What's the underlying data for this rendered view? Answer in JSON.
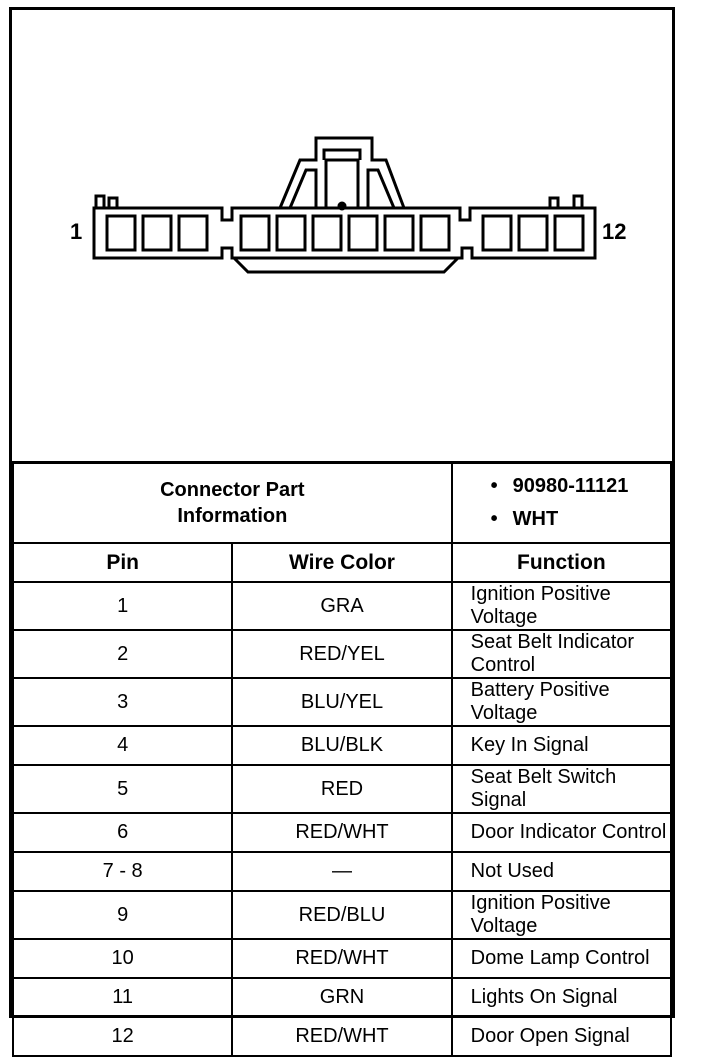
{
  "connector": {
    "first_pin_label": "1",
    "last_pin_label": "12",
    "pin_count": 12
  },
  "info": {
    "label_line1": "Connector Part",
    "label_line2": "Information",
    "bullet": "•",
    "part_number": "90980-11121",
    "connector_color": "WHT"
  },
  "table": {
    "headers": {
      "pin": "Pin",
      "wire_color": "Wire Color",
      "function": "Function"
    },
    "rows": [
      {
        "pin": "1",
        "wire_color": "GRA",
        "function": "Ignition Positive Voltage"
      },
      {
        "pin": "2",
        "wire_color": "RED/YEL",
        "function": "Seat Belt Indicator Control"
      },
      {
        "pin": "3",
        "wire_color": "BLU/YEL",
        "function": "Battery Positive Voltage"
      },
      {
        "pin": "4",
        "wire_color": "BLU/BLK",
        "function": "Key In Signal"
      },
      {
        "pin": "5",
        "wire_color": "RED",
        "function": "Seat Belt Switch Signal"
      },
      {
        "pin": "6",
        "wire_color": "RED/WHT",
        "function": "Door Indicator Control"
      },
      {
        "pin": "7 - 8",
        "wire_color": "—",
        "function": "Not Used"
      },
      {
        "pin": "9",
        "wire_color": "RED/BLU",
        "function": "Ignition Positive Voltage"
      },
      {
        "pin": "10",
        "wire_color": "RED/WHT",
        "function": "Dome Lamp Control"
      },
      {
        "pin": "11",
        "wire_color": "GRN",
        "function": "Lights On Signal"
      },
      {
        "pin": "12",
        "wire_color": "RED/WHT",
        "function": "Door Open Signal"
      }
    ]
  }
}
